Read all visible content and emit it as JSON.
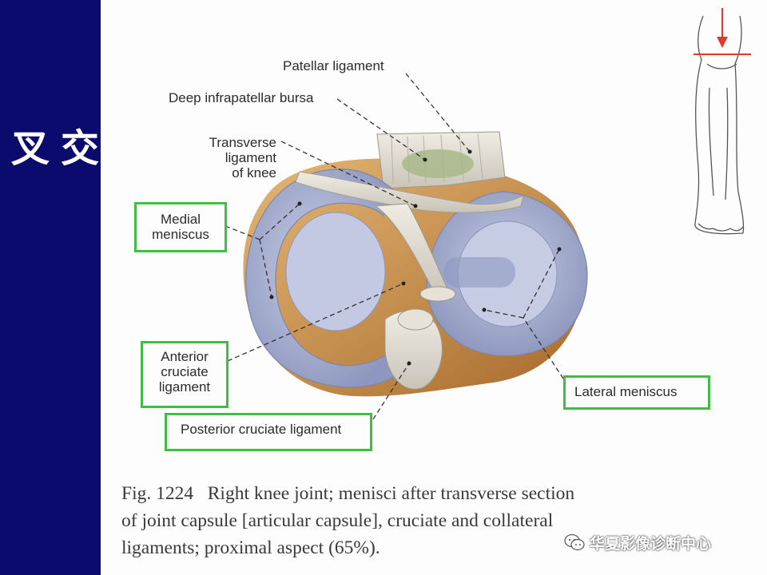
{
  "sidebar": {
    "title": "交叉韧带和半月板"
  },
  "labels": {
    "patellar_ligament": "Patellar ligament",
    "deep_infrapatellar_bursa": "Deep infrapatellar bursa",
    "transverse_ligament": [
      "Transverse",
      "ligament",
      "of knee"
    ],
    "medial_meniscus": [
      "Medial",
      "meniscus"
    ],
    "anterior_cruciate": [
      "Anterior",
      "cruciate",
      "ligament"
    ],
    "posterior_cruciate": "Posterior cruciate ligament",
    "lateral_meniscus": "Lateral meniscus"
  },
  "caption": {
    "fig_no": "Fig. 1224",
    "line1": "Right knee joint; menisci after transverse section",
    "line2": "of joint capsule [articular capsule], cruciate and collateral",
    "line3": "ligaments; proximal aspect (65%)."
  },
  "watermark": {
    "text": "华夏影像诊断中心",
    "icon": "wechat-icon"
  },
  "colors": {
    "sidebar": "#0b0b6e",
    "highlight_box": "#3fbf3f",
    "meniscus": "#aeb6d6",
    "bone": "#c89048",
    "section_line": "#e03a2a"
  }
}
